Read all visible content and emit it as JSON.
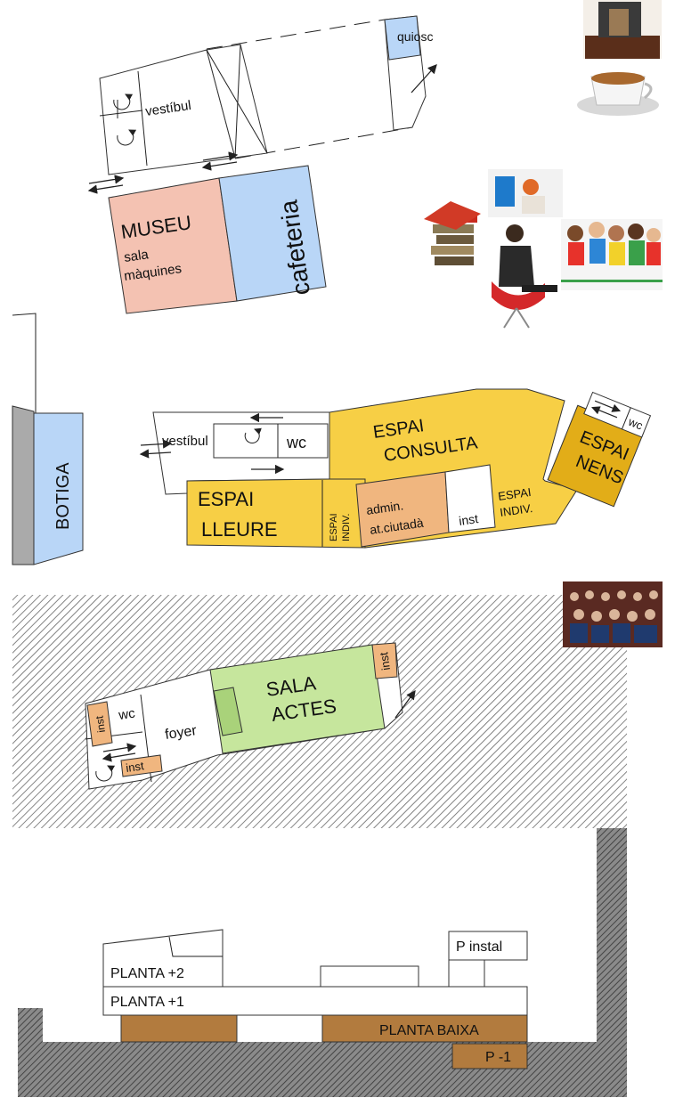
{
  "colors": {
    "museum": "#f4c2b2",
    "cafe": "#b9d6f7",
    "kiosk": "#b9d6f7",
    "shop": "#b9d6f7",
    "library": "#f7cf45",
    "kids": "#e2ad18",
    "admin": "#f0b67f",
    "hall": "#c6e69d",
    "inst": "#f0b67f",
    "floors_brown": "#b27b3e",
    "hatch": "#555555"
  },
  "icons": [
    "trophy-photo-icon",
    "coffee-cup-photo-icon",
    "books-photo-icon",
    "computer-user-photo-icon",
    "reading-man-photo-icon",
    "children-photo-icon",
    "audience-photo-icon"
  ],
  "top_plan": {
    "kiosk": "quiosc",
    "lobby": "vestíbul",
    "museum": "MUSEU",
    "museum_sub1": "sala",
    "museum_sub2": "màquines",
    "cafe": "cafeteria"
  },
  "middle_plan": {
    "shop": "BOTIGA",
    "lobby": "vestíbul",
    "wc": "wc",
    "consult1": "ESPAI",
    "consult2": "CONSULTA",
    "leisure1": "ESPAI",
    "leisure2": "LLEURE",
    "indiv1_a": "ESPAI",
    "indiv1_b": "INDIV.",
    "admin1": "admin.",
    "admin2": "at.ciutadà",
    "inst": "inst",
    "indiv2_a": "ESPAI",
    "indiv2_b": "INDIV.",
    "kids1": "ESPAI",
    "kids2": "NENS",
    "wc2": "wc"
  },
  "lower_plan": {
    "inst_right": "inst",
    "hall1": "SALA",
    "hall2": "ACTES",
    "foyer": "foyer",
    "wc": "wc",
    "inst_left": "inst",
    "inst_bottom": "inst"
  },
  "section": {
    "p_instal": "P instal",
    "planta2": "PLANTA +2",
    "planta1": "PLANTA +1",
    "baixa": "PLANTA BAIXA",
    "p_minus1": "P -1"
  }
}
